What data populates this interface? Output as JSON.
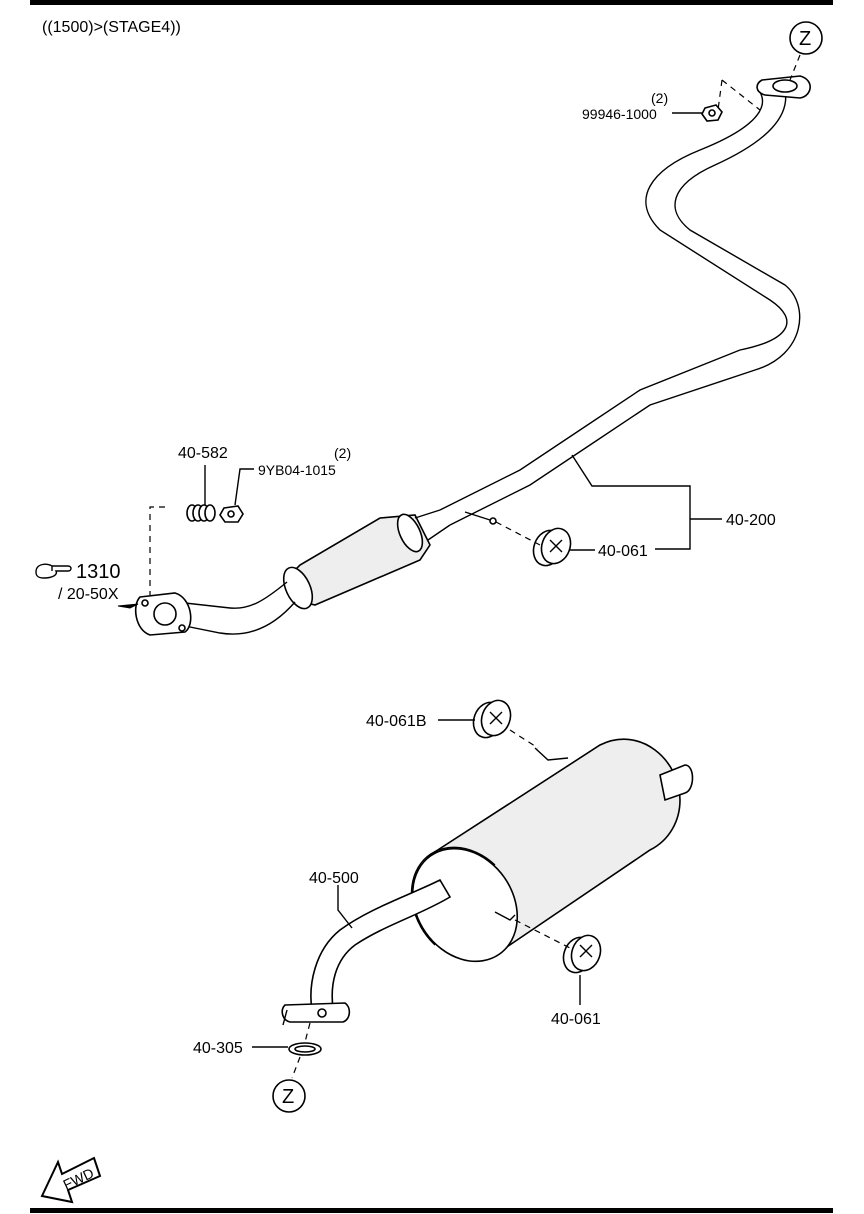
{
  "header": {
    "title": "((1500)>(STAGE4))"
  },
  "callouts": {
    "nut_qty": "(2)",
    "nut_part": "99946-1000",
    "gasket_part": "40-582",
    "bolt_qty": "(2)",
    "bolt_part": "9YB04-1015",
    "ref_section": "1310",
    "ref_sub": "/ 20-50X",
    "front_pipe": "40-200",
    "front_hanger": "40-061",
    "rear_hanger_b": "40-061B",
    "silencer": "40-500",
    "rear_hanger": "40-061",
    "rear_gasket": "40-305"
  },
  "markers": {
    "z_top": "Z",
    "z_bottom": "Z"
  },
  "fwd_label": "FWD",
  "icons": {
    "pointing_hand": "pointing-hand-icon",
    "fwd_arrow": "fwd-arrow-icon"
  }
}
